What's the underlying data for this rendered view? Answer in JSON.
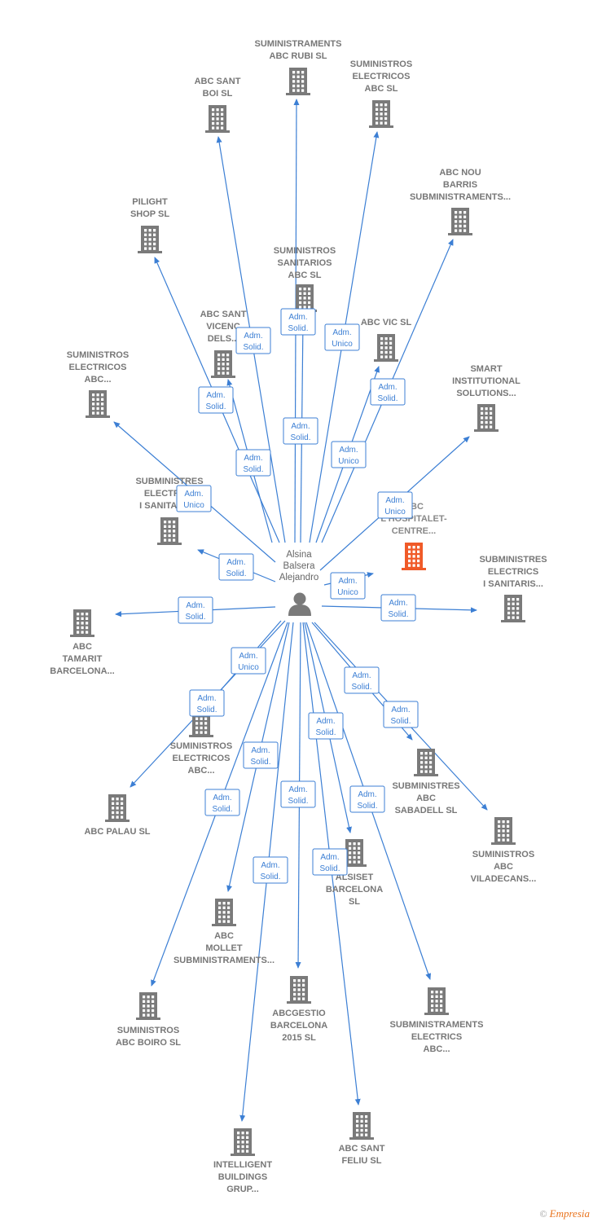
{
  "person": {
    "name_lines": [
      "Alsina",
      "Balsera",
      "Alejandro"
    ]
  },
  "colors": {
    "edge": "#3c7fd4",
    "building": "#7a7a7a",
    "building_highlight": "#f05a28"
  },
  "companies": [
    {
      "id": "rubi",
      "lines": [
        "SUMINISTRAMENTS",
        "ABC RUBI SL"
      ],
      "role": [
        "Adm.",
        "Solid."
      ]
    },
    {
      "id": "electricos1",
      "lines": [
        "SUMINISTROS",
        "ELECTRICOS",
        "ABC  SL"
      ],
      "role": [
        "Adm.",
        "Unico"
      ]
    },
    {
      "id": "sant_boi",
      "lines": [
        "ABC SANT",
        "BOI  SL"
      ],
      "role": [
        "Adm.",
        "Solid."
      ]
    },
    {
      "id": "nou_barris",
      "lines": [
        "ABC NOU",
        "BARRIS",
        "SUBMINISTRAMENTS..."
      ],
      "role": [
        "Adm.",
        "Solid."
      ]
    },
    {
      "id": "pilight",
      "lines": [
        "PILIGHT",
        "SHOP  SL"
      ],
      "role": [
        "Adm.",
        "Solid."
      ]
    },
    {
      "id": "sanitarios",
      "lines": [
        "SUMINISTROS",
        "SANITARIOS",
        "ABC  SL"
      ],
      "role": [
        "Adm.",
        "Solid."
      ]
    },
    {
      "id": "sant_vicenc",
      "lines": [
        "ABC SANT",
        "VICENC",
        "DELS..."
      ],
      "role": [
        "Adm.",
        "Solid."
      ]
    },
    {
      "id": "vic",
      "lines": [
        "ABC VIC  SL"
      ],
      "role": [
        "Adm.",
        "Unico"
      ]
    },
    {
      "id": "electricos2",
      "lines": [
        "SUMINISTROS",
        "ELECTRICOS",
        "ABC..."
      ],
      "role": [
        "Adm.",
        "Unico"
      ]
    },
    {
      "id": "smart",
      "lines": [
        "SMART",
        "INSTITUTIONAL",
        "SOLUTIONS..."
      ],
      "role": [
        "Adm.",
        "Unico"
      ]
    },
    {
      "id": "subministres1",
      "lines": [
        "SUBMINISTRES",
        "ELECTRICS",
        "I SANITARIS..."
      ],
      "role": [
        "Adm.",
        "Solid."
      ]
    },
    {
      "id": "hospitalet",
      "lines": [
        "ABC",
        "L'HOSPITALET-",
        "CENTRE..."
      ],
      "role": [
        "Adm.",
        "Unico"
      ],
      "highlight": true
    },
    {
      "id": "subministres2",
      "lines": [
        "SUBMINISTRES",
        "ELECTRICS",
        "I SANITARIS..."
      ],
      "role": [
        "Adm.",
        "Solid."
      ]
    },
    {
      "id": "tamarit",
      "lines": [
        "ABC",
        "TAMARIT",
        "BARCELONA..."
      ],
      "role": [
        "Adm.",
        "Solid."
      ]
    },
    {
      "id": "electricos3",
      "lines": [
        "SUMINISTROS",
        "ELECTRICOS",
        "ABC..."
      ],
      "role": [
        "Adm.",
        "Unico"
      ]
    },
    {
      "id": "palau",
      "lines": [
        "ABC PALAU SL"
      ],
      "role": [
        "Adm.",
        "Solid."
      ]
    },
    {
      "id": "sabadell",
      "lines": [
        "SUBMINISTRES",
        "ABC",
        "SABADELL SL"
      ],
      "role": [
        "Adm.",
        "Solid."
      ]
    },
    {
      "id": "viladecans",
      "lines": [
        "SUMINISTROS",
        "ABC",
        "VILADECANS..."
      ],
      "role": [
        "Adm.",
        "Solid."
      ]
    },
    {
      "id": "alsiset",
      "lines": [
        "ALSISET",
        "BARCELONA",
        "SL"
      ],
      "role": [
        "Adm.",
        "Solid."
      ]
    },
    {
      "id": "mollet",
      "lines": [
        "ABC",
        "MOLLET",
        "SUBMINISTRAMENTS..."
      ],
      "role": [
        "Adm.",
        "Solid."
      ]
    },
    {
      "id": "boiro",
      "lines": [
        "SUMINISTROS",
        "ABC BOIRO  SL"
      ],
      "role": [
        "Adm.",
        "Solid."
      ]
    },
    {
      "id": "abcgestio",
      "lines": [
        "ABCGESTIO",
        "BARCELONA",
        "2015  SL"
      ],
      "role": [
        "Adm.",
        "Solid."
      ]
    },
    {
      "id": "subministraments",
      "lines": [
        "SUBMINISTRAMENTS",
        "ELECTRICS",
        "ABC..."
      ],
      "role": [
        "Adm.",
        "Solid."
      ]
    },
    {
      "id": "intelligent",
      "lines": [
        "INTELLIGENT",
        "BUILDINGS",
        "GRUP..."
      ],
      "role": [
        "Adm.",
        "Solid."
      ]
    },
    {
      "id": "sant_feliu",
      "lines": [
        "ABC SANT",
        "FELIU SL"
      ],
      "role": [
        "Adm.",
        "Solid."
      ]
    }
  ],
  "footer": {
    "copyright": "©",
    "brand": "Empresia"
  }
}
